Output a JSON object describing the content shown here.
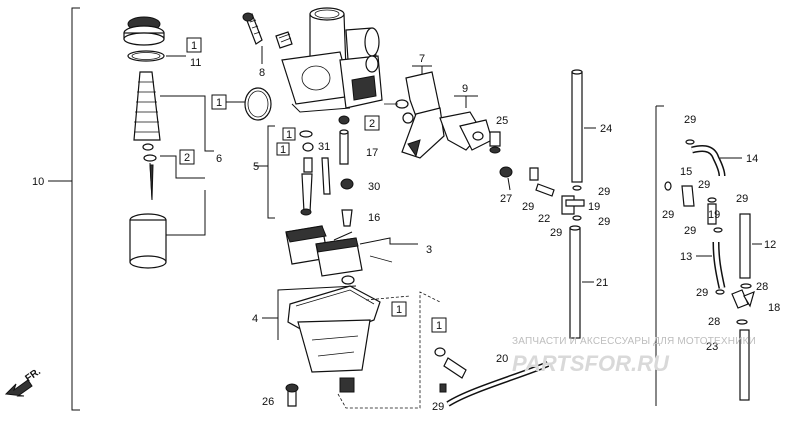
{
  "callouts": {
    "c1": "1",
    "c2": "2",
    "c3": "3",
    "c4": "4",
    "c5": "5",
    "c6": "6",
    "c7": "7",
    "c8": "8",
    "c9": "9",
    "c10": "10",
    "c11": "11",
    "c12": "12",
    "c13": "13",
    "c14": "14",
    "c15": "15",
    "c16": "16",
    "c17": "17",
    "c18": "18",
    "c19": "19",
    "c20": "20",
    "c21": "21",
    "c22": "22",
    "c23": "23",
    "c24": "24",
    "c25": "25",
    "c26": "26",
    "c27": "27",
    "c28": "28",
    "c29": "29",
    "c30": "30",
    "c31": "31"
  },
  "boxed_ref": {
    "one": "1",
    "two": "2"
  },
  "direction_label": "FR.",
  "watermark": {
    "line1": "ЗАПЧАСТИ И АКСЕССУАРЫ ДЛЯ МОТОТЕХНИКИ",
    "line2": "PARTSFOR.RU"
  }
}
